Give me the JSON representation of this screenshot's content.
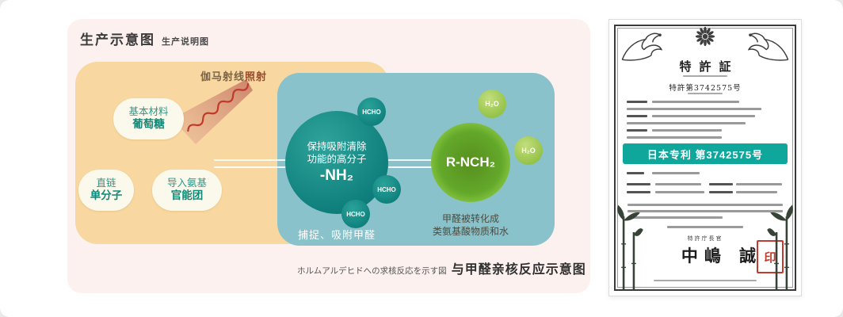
{
  "colors": {
    "teal_accent": "#0fa69c",
    "green_accent": "#6fb23a",
    "seal_red": "#c23b2e",
    "orange_bg": "#f8d8a0",
    "panel_pink": "#fcf1ee",
    "teal_panel": "#89c2ca"
  },
  "diagram": {
    "title": "生产示意图",
    "subtitle": "生产说明图",
    "gamma": {
      "part1": "伽马射线",
      "part2": "照射"
    },
    "pills": [
      {
        "line1": "基本材料",
        "line2": "葡萄糖"
      },
      {
        "line1": "直链",
        "line2": "单分子"
      },
      {
        "line1": "导入氨基",
        "line2": "官能团"
      }
    ],
    "polymer": {
      "line1": "保持吸附清除",
      "line2": "功能的高分子",
      "line3": "-NH₂"
    },
    "hcho": "HCHO",
    "capture": "捕捉、吸附甲醛",
    "product": "R-NCH₂",
    "h2o": "H₂O",
    "conversion": {
      "line1": "甲醛被转化成",
      "line2": "类氨基酸物质和水"
    },
    "caption_jp": "ホルムアルデヒドへの求核反応を示す図",
    "caption_cn": "与甲醛亲核反应示意图"
  },
  "certificate": {
    "title": "特許証",
    "patent_no": "特許第3742575号",
    "banner": "日本专利 第3742575号",
    "office": "特許庁長官",
    "signature": "中嶋 誠",
    "seal_char": "印"
  }
}
